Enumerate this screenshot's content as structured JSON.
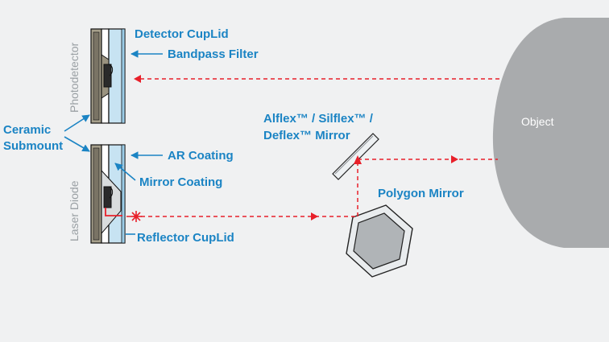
{
  "labels": {
    "detector_cuplid": "Detector CupLid",
    "bandpass_filter": "Bandpass Filter",
    "photodetector": "Photodetector",
    "ceramic_line1": "Ceramic",
    "ceramic_line2": "Submount",
    "ar_coating": "AR Coating",
    "mirror_coating": "Mirror Coating",
    "laser_diode": "Laser Diode",
    "reflector_cuplid": "Reflector CupLid",
    "alflex_line1": "Alflex™ / Silflex™ /",
    "alflex_line2": "Deflex™ Mirror",
    "polygon_mirror": "Polygon Mirror",
    "object": "Object"
  },
  "colors": {
    "background": "#f0f1f2",
    "label_blue": "#1b84c4",
    "beam_red": "#e8202a",
    "object_gray": "#a9abad"
  }
}
